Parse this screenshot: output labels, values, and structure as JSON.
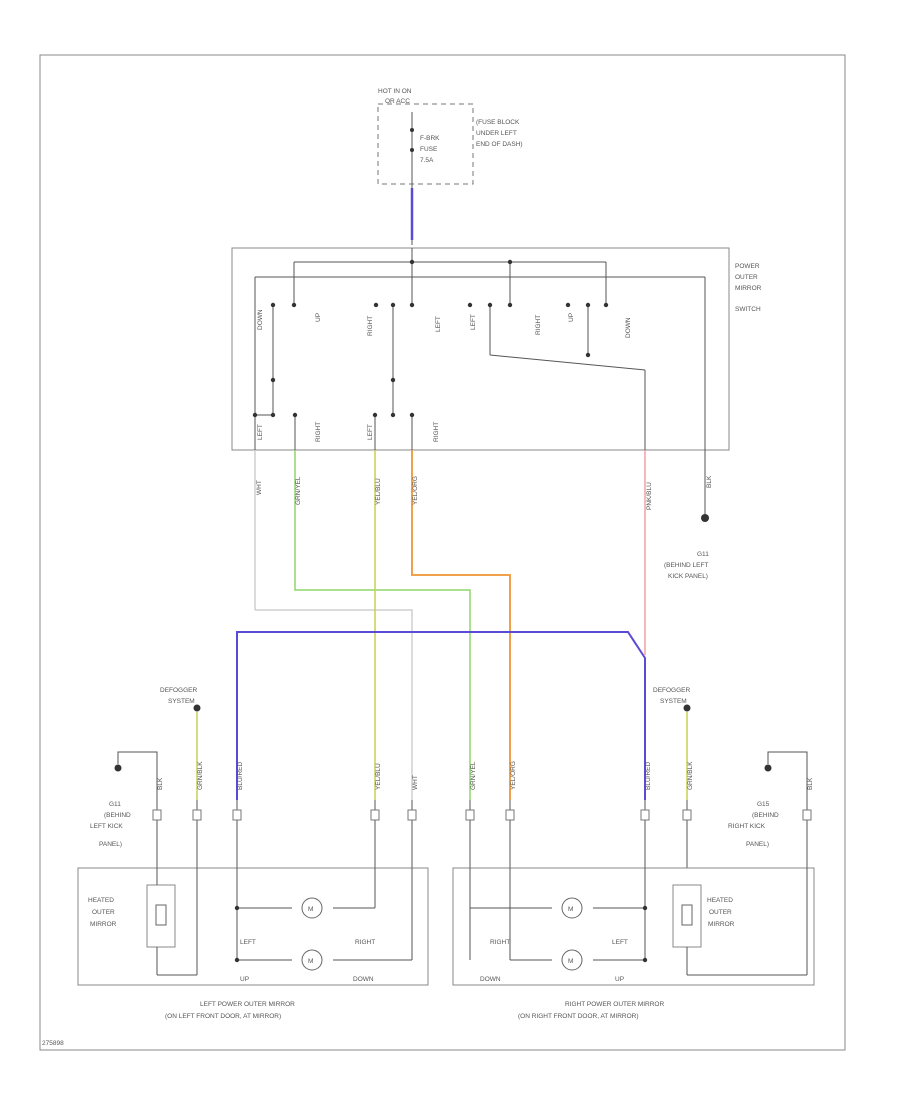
{
  "power_source": {
    "line1": "HOT IN ON",
    "line2": "OR ACC",
    "fuse_label_1": "F-BRK",
    "fuse_label_2": "FUSE",
    "fuse_label_3": "7.5A",
    "fuse_block": [
      "(FUSE BLOCK",
      "UNDER LEFT",
      "END OF DASH)"
    ]
  },
  "switch": {
    "title": [
      "POWER",
      "OUTER",
      "MIRROR",
      "SWITCH"
    ],
    "contacts_top": [
      "DOWN",
      "UP",
      "RIGHT",
      "LEFT",
      "LEFT",
      "RIGHT",
      "UP",
      "DOWN"
    ],
    "contacts_bottom": [
      "LEFT",
      "RIGHT",
      "LEFT",
      "RIGHT"
    ]
  },
  "wire_colors": {
    "left_switch": "WHT",
    "green": "GRN/YEL",
    "yellow": "YEL/BLU",
    "orange": "YEL/ORG",
    "pink": "PNK/BLU",
    "ground": "BLK"
  },
  "ground_switch": [
    "G11",
    "(BEHIND LEFT",
    "KICK PANEL)"
  ],
  "defogger": [
    "DEFOGGER",
    "SYSTEM"
  ],
  "left_ground": [
    "G11",
    "(BEHIND",
    "LEFT KICK",
    "PANEL)"
  ],
  "right_ground": [
    "G15",
    "(BEHIND",
    "RIGHT KICK",
    "PANEL)"
  ],
  "left_mirror": {
    "heater": [
      "HEATED",
      "OUTER",
      "MIRROR"
    ],
    "left": "LEFT",
    "right": "RIGHT",
    "up": "UP",
    "down": "DOWN",
    "caption": [
      "LEFT POWER OUTER MIRROR",
      "(ON LEFT FRONT DOOR, AT MIRROR)"
    ],
    "wire_labels": [
      "BLK",
      "GRN/BLK",
      "BLU/RED",
      "YEL/BLU",
      "WHT"
    ]
  },
  "right_mirror": {
    "heater": [
      "HEATED",
      "OUTER",
      "MIRROR"
    ],
    "left": "LEFT",
    "right": "RIGHT",
    "up": "UP",
    "down": "DOWN",
    "caption": [
      "RIGHT POWER OUTER MIRROR",
      "(ON RIGHT FRONT DOOR, AT MIRROR)"
    ],
    "wire_labels": [
      "GRN/YEL",
      "YEL/ORG",
      "BLU/RED",
      "GRN/BLK",
      "BLK"
    ]
  },
  "figure_id": "275898",
  "colors": {
    "blue": "#5a4bd6",
    "green": "#8fd66a",
    "yellow": "#c9cf52",
    "orange": "#f0a24a",
    "pink": "#f2a0a6",
    "light": "#cfcfcf"
  }
}
